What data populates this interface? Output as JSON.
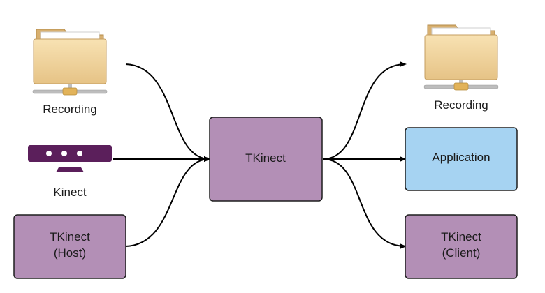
{
  "colors": {
    "tkinect_fill": "#b38fb6",
    "application_fill": "#a6d3f2",
    "box_stroke": "#1e1e1e",
    "arrow": "#000000",
    "folder_front": "#f3d7a1",
    "folder_back": "#dcb678",
    "kinect_body": "#5b1f5b"
  },
  "icons": [
    "folder-network-icon",
    "kinect-sensor-icon"
  ],
  "left": {
    "recording": {
      "label": "Recording"
    },
    "kinect": {
      "label": "Kinect"
    },
    "host": {
      "line1": "TKinect",
      "line2": "(Host)"
    }
  },
  "center": {
    "label": "TKinect"
  },
  "right": {
    "recording": {
      "label": "Recording"
    },
    "application": {
      "label": "Application"
    },
    "client": {
      "line1": "TKinect",
      "line2": "(Client)"
    }
  }
}
